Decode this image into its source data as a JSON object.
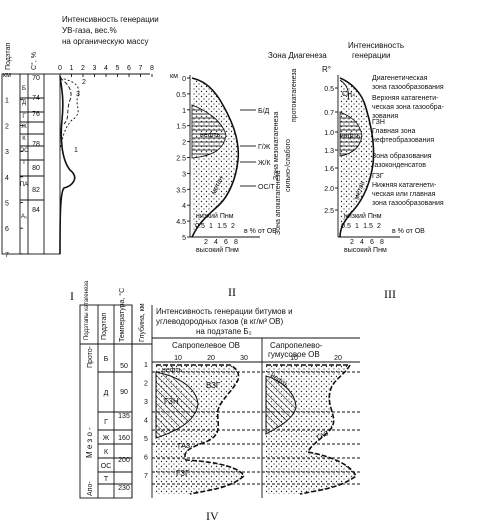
{
  "panel1": {
    "roman": "I",
    "col1": "Подэтап",
    "col2": "C°, %",
    "title": "Интенсивность генерации УВ-газа, вес.% на органическую массу",
    "xticks": [
      "0",
      "1",
      "2",
      "3",
      "4",
      "5",
      "6",
      "7",
      "8"
    ],
    "depth_unit": "км",
    "yticks": [
      "0",
      "1",
      "2",
      "3",
      "4",
      "5",
      "6",
      "7"
    ],
    "stages": [
      "Б",
      "Д",
      "Г",
      "Ж",
      "К",
      "ОС",
      "Т",
      "ПА",
      "А₁"
    ],
    "carbon": [
      "70",
      "74",
      "76",
      "78",
      "80",
      "82",
      "84"
    ],
    "curve_labels": [
      "1",
      "2",
      "3"
    ]
  },
  "panel2": {
    "roman": "II",
    "zone_title": "Зона Диагенеза",
    "proto": "протокатагенеза",
    "meso": "Зона мезокатагенеза",
    "apo": "Зона апокатагенеза",
    "sub_slabo": "сильно-/слабого",
    "y_unit": "км",
    "yticks": [
      "0",
      "0.5",
      "1",
      "1.5",
      "2",
      "2.5",
      "3",
      "3.5",
      "4",
      "4.5",
      "5"
    ],
    "stage_marks": [
      "Б/Д",
      "Г/Ж",
      "Ж/К",
      "ОС/Т"
    ],
    "neft": "нефть",
    "metan": "метан",
    "low_label": "низкий Пнм",
    "low_ticks": [
      "0.5",
      "1",
      "1.5",
      "2"
    ],
    "pct_unit": "в % от ОВ",
    "high_ticks": [
      "2",
      "4",
      "6",
      "8"
    ],
    "high_label": "высокий Пнм"
  },
  "panel3": {
    "roman": "III",
    "title": "Интенсивность генерации",
    "r_label": "R°",
    "yticks": [
      "0.5",
      "0.7",
      "1.0",
      "1.3",
      "1.6",
      "2.0",
      "2.5"
    ],
    "zones": [
      "Диагенетическая зона газообразования",
      "Верхняя катагенетическая зона газообразования",
      "ГЗН Главная зона нефтеобразования",
      "Зона образования газоконденсатов",
      "ГЗГ Нижняя катагенетическая или главная зона газообразования"
    ],
    "ch4": "CH₄",
    "neft": "нефть",
    "metan": "метан",
    "low_label": "низкий Пнм",
    "low_ticks": [
      "0.5",
      "1",
      "1.5",
      "2"
    ],
    "pct_unit": "в % от ОВ",
    "high_ticks": [
      "2",
      "4",
      "6",
      "8"
    ],
    "high_label": "высокий Пнм"
  },
  "panel4": {
    "roman": "IV",
    "col_stage": "Подэтапы катагенеза",
    "col_sub": "Подэтап",
    "col_temp": "Температура, °С",
    "col_depth": "Глубина, км",
    "title": "Интенсивность генерации битумов и углеводородных газов (в кг/м³ ОВ) на подэтапе Б₂",
    "sapro": "Сапропелевое ОВ",
    "sapro_hum": "Сапропелево-гумусовое ОВ",
    "sapro_ticks": [
      "10",
      "20",
      "30"
    ],
    "hum_ticks": [
      "10",
      "20"
    ],
    "stage_groups": [
      "Прото-",
      "М е з о -",
      "Апо-"
    ],
    "substages": [
      "Б",
      "Д",
      "Г",
      "Ж",
      "К",
      "ОС",
      "Т"
    ],
    "temps": [
      "50",
      "90",
      "135",
      "160",
      "200",
      "230"
    ],
    "depths": [
      "1",
      "2",
      "3",
      "4",
      "5",
      "6",
      "7"
    ],
    "labels": {
      "neft": "нефть",
      "vzg": "ВЗГ",
      "gzn": "ГЗН",
      "gaz": "ГАЗ",
      "gzg": "ГЗГ"
    }
  }
}
